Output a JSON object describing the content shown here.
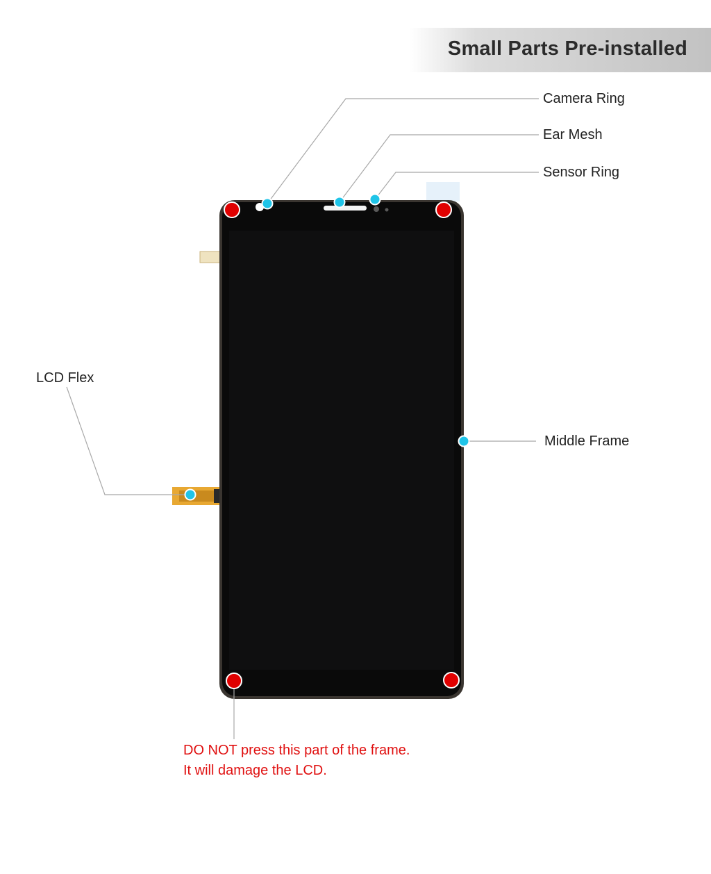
{
  "banner": {
    "title": "Small Parts Pre-installed"
  },
  "labels": {
    "camera_ring": "Camera Ring",
    "ear_mesh": "Ear Mesh",
    "sensor_ring": "Sensor Ring",
    "lcd_flex": "LCD Flex",
    "middle_frame": "Middle Frame"
  },
  "warning": {
    "line1": "DO NOT press this part of the frame.",
    "line2": "It will damage the LCD."
  },
  "colors": {
    "part_marker": "#1fc4e8",
    "warning_marker": "#e00000",
    "warning_text": "#e01010",
    "screen": "#0a0a0a",
    "flex": "#e8a832",
    "leader_line": "#a8a8a8"
  }
}
